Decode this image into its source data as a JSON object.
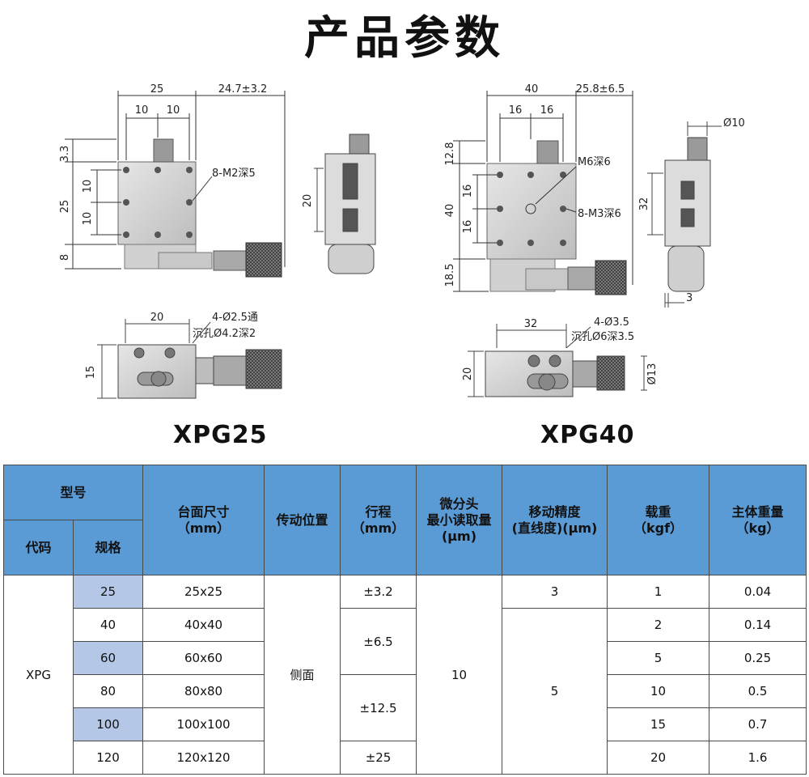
{
  "title": "产品参数",
  "models": [
    {
      "name": "XPG25",
      "dims": {
        "width": "25",
        "offset": "24.7±3.2",
        "hole_a": "10",
        "hole_b": "10",
        "left_top": "3.3",
        "left_mid": "25",
        "left_in1": "10",
        "left_in2": "10",
        "left_bottom": "8",
        "screw": "8-M2深5",
        "side_h": "20",
        "bottom_w": "20",
        "bottom_h": "15",
        "hole_note1": "4-Ø2.5通",
        "hole_note2": "沉孔Ø4.2深2"
      }
    },
    {
      "name": "XPG40",
      "dims": {
        "width": "40",
        "offset": "25.8±6.5",
        "hole_a": "16",
        "hole_b": "16",
        "left_top": "12.8",
        "left_mid": "40",
        "left_in1": "16",
        "left_in2": "16",
        "left_bottom": "18.5",
        "screw1": "M6深6",
        "screw2": "8-M3深6",
        "side_dia": "Ø10",
        "side_h": "32",
        "side_t": "3",
        "bottom_w": "32",
        "bottom_h": "20",
        "hole_note1": "4-Ø3.5",
        "hole_note2": "沉孔Ø6深3.5",
        "bottom_dia": "Ø13"
      }
    }
  ],
  "table": {
    "headers": {
      "model": "型号",
      "code": "代码",
      "spec": "规格",
      "size": "台面尺寸\n（mm）",
      "drive": "传动位置",
      "travel": "行程\n（mm）",
      "micrometer": "微分头\n最小读取量\n(μm)",
      "accuracy": "移动精度\n(直线度)(μm)",
      "load": "载重\n（kgf）",
      "weight": "主体重量\n（kg）"
    },
    "code": "XPG",
    "drive": "侧面",
    "micrometer": "10",
    "travel": [
      "±3.2",
      "±6.5",
      "±12.5",
      "±25"
    ],
    "accuracy": [
      "3",
      "5"
    ],
    "rows": [
      {
        "spec": "25",
        "size": "25x25",
        "load": "1",
        "weight": "0.04"
      },
      {
        "spec": "40",
        "size": "40x40",
        "load": "2",
        "weight": "0.14"
      },
      {
        "spec": "60",
        "size": "60x60",
        "load": "5",
        "weight": "0.25"
      },
      {
        "spec": "80",
        "size": "80x80",
        "load": "10",
        "weight": "0.5"
      },
      {
        "spec": "100",
        "size": "100x100",
        "load": "15",
        "weight": "0.7"
      },
      {
        "spec": "120",
        "size": "120x120",
        "load": "20",
        "weight": "1.6"
      }
    ]
  }
}
